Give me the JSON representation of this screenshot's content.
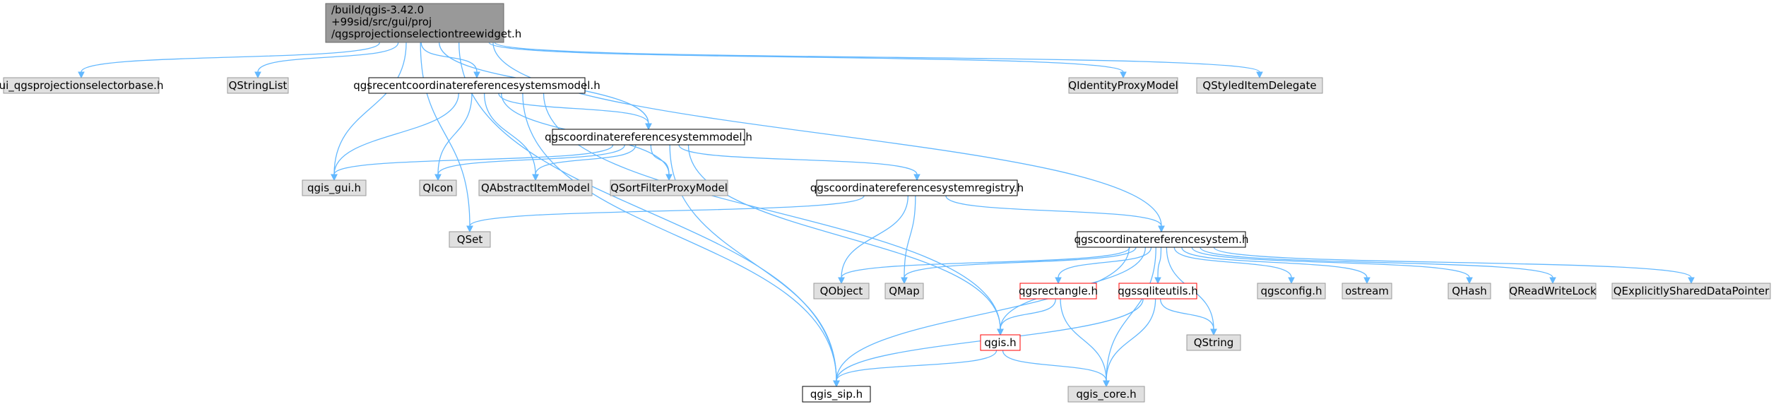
{
  "colors": {
    "root_fill": "#999999",
    "root_stroke": "#666666",
    "header_fill": "#ffffff",
    "header_stroke": "#000000",
    "external_fill": "#e0e0e0",
    "external_stroke": "#999999",
    "hub_stroke": "#ff0000",
    "edge": "#63b8ff"
  },
  "nodes": [
    {
      "id": "root",
      "kind": "root",
      "lines": [
        "/build/qgis-3.42.0",
        "+99sid/src/gui/proj",
        "/qgsprojectionselectiontreewidget.h"
      ]
    },
    {
      "id": "ui_base",
      "kind": "external",
      "lines": [
        "ui_qgsprojectionselectorbase.h"
      ]
    },
    {
      "id": "qstringlist",
      "kind": "external",
      "lines": [
        "QStringList"
      ]
    },
    {
      "id": "recent_model",
      "kind": "header",
      "lines": [
        "qgsrecentcoordinatereferencesystemsmodel.h"
      ]
    },
    {
      "id": "qidentityproxy",
      "kind": "external",
      "lines": [
        "QIdentityProxyModel"
      ]
    },
    {
      "id": "qstyleddelegate",
      "kind": "external",
      "lines": [
        "QStyledItemDelegate"
      ]
    },
    {
      "id": "crs_model",
      "kind": "header",
      "lines": [
        "qgscoordinatereferencesystemmodel.h"
      ]
    },
    {
      "id": "qgis_gui",
      "kind": "external",
      "lines": [
        "qgis_gui.h"
      ]
    },
    {
      "id": "qicon",
      "kind": "external",
      "lines": [
        "QIcon"
      ]
    },
    {
      "id": "qabstractitem",
      "kind": "external",
      "lines": [
        "QAbstractItemModel"
      ]
    },
    {
      "id": "qsortfilter",
      "kind": "external",
      "lines": [
        "QSortFilterProxyModel"
      ]
    },
    {
      "id": "crs_registry",
      "kind": "header",
      "lines": [
        "qgscoordinatereferencesystemregistry.h"
      ]
    },
    {
      "id": "qset",
      "kind": "external",
      "lines": [
        "QSet"
      ]
    },
    {
      "id": "crs",
      "kind": "header",
      "lines": [
        "qgscoordinatereferencesystem.h"
      ]
    },
    {
      "id": "qobject",
      "kind": "external",
      "lines": [
        "QObject"
      ]
    },
    {
      "id": "qmap",
      "kind": "external",
      "lines": [
        "QMap"
      ]
    },
    {
      "id": "qgsrectangle",
      "kind": "hub",
      "lines": [
        "qgsrectangle.h"
      ]
    },
    {
      "id": "qgssqliteutils",
      "kind": "hub",
      "lines": [
        "qgssqliteutils.h"
      ]
    },
    {
      "id": "qgsconfig",
      "kind": "external",
      "lines": [
        "qgsconfig.h"
      ]
    },
    {
      "id": "ostream",
      "kind": "external",
      "lines": [
        "ostream"
      ]
    },
    {
      "id": "qhash",
      "kind": "external",
      "lines": [
        "QHash"
      ]
    },
    {
      "id": "qreadwritelock",
      "kind": "external",
      "lines": [
        "QReadWriteLock"
      ]
    },
    {
      "id": "qexplicitly",
      "kind": "external",
      "lines": [
        "QExplicitlySharedDataPointer"
      ]
    },
    {
      "id": "qgis_h",
      "kind": "hub",
      "lines": [
        "qgis.h"
      ]
    },
    {
      "id": "qstring",
      "kind": "external",
      "lines": [
        "QString"
      ]
    },
    {
      "id": "qgis_sip",
      "kind": "header",
      "lines": [
        "qgis_sip.h"
      ]
    },
    {
      "id": "qgis_core",
      "kind": "external",
      "lines": [
        "qgis_core.h"
      ]
    }
  ],
  "edges": [
    [
      "root",
      "ui_base"
    ],
    [
      "root",
      "qstringlist"
    ],
    [
      "root",
      "recent_model"
    ],
    [
      "root",
      "qidentityproxy"
    ],
    [
      "root",
      "qstyleddelegate"
    ],
    [
      "root",
      "crs_model"
    ],
    [
      "root",
      "qgis_gui"
    ],
    [
      "root",
      "qset"
    ],
    [
      "root",
      "crs"
    ],
    [
      "root",
      "qgis_sip"
    ],
    [
      "recent_model",
      "crs_model"
    ],
    [
      "recent_model",
      "qgis_gui"
    ],
    [
      "recent_model",
      "qicon"
    ],
    [
      "recent_model",
      "qabstractitem"
    ],
    [
      "recent_model",
      "qsortfilter"
    ],
    [
      "recent_model",
      "qgis_h"
    ],
    [
      "recent_model",
      "qgis_sip"
    ],
    [
      "crs_model",
      "qgis_gui"
    ],
    [
      "crs_model",
      "qicon"
    ],
    [
      "crs_model",
      "qabstractitem"
    ],
    [
      "crs_model",
      "qsortfilter"
    ],
    [
      "crs_model",
      "crs_registry"
    ],
    [
      "crs_model",
      "qgis_h"
    ],
    [
      "crs_model",
      "qgis_sip"
    ],
    [
      "crs_registry",
      "qset"
    ],
    [
      "crs_registry",
      "crs"
    ],
    [
      "crs_registry",
      "qobject"
    ],
    [
      "crs_registry",
      "qmap"
    ],
    [
      "crs",
      "qobject"
    ],
    [
      "crs",
      "qmap"
    ],
    [
      "crs",
      "qgsrectangle"
    ],
    [
      "crs",
      "qgssqliteutils"
    ],
    [
      "crs",
      "qgsconfig"
    ],
    [
      "crs",
      "ostream"
    ],
    [
      "crs",
      "qhash"
    ],
    [
      "crs",
      "qreadwritelock"
    ],
    [
      "crs",
      "qexplicitly"
    ],
    [
      "crs",
      "qstring"
    ],
    [
      "crs",
      "qgis_h"
    ],
    [
      "crs",
      "qgis_sip"
    ],
    [
      "crs",
      "qgis_core"
    ],
    [
      "qgsrectangle",
      "qgis_h"
    ],
    [
      "qgsrectangle",
      "qgis_core"
    ],
    [
      "qgssqliteutils",
      "qstring"
    ],
    [
      "qgssqliteutils",
      "qgis_core"
    ],
    [
      "qgssqliteutils",
      "qgis_sip"
    ],
    [
      "qgis_h",
      "qgis_sip"
    ],
    [
      "qgis_h",
      "qgis_core"
    ]
  ]
}
